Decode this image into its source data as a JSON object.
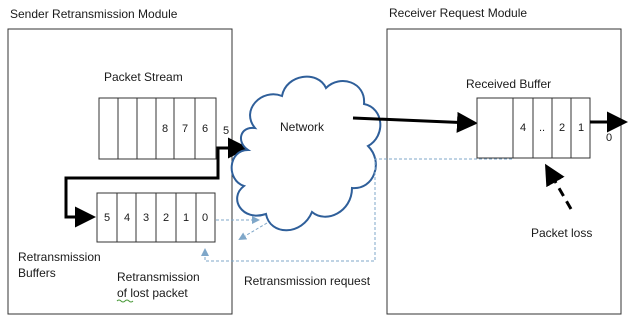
{
  "sender": {
    "title": "Sender Retransmission Module",
    "packet_stream_label": "Packet Stream",
    "stream_cells": [
      "",
      "",
      "",
      "8",
      "7",
      "6"
    ],
    "stream_outgoing": "5",
    "retransmission_cells": [
      "5",
      "4",
      "3",
      "2",
      "1",
      "0"
    ],
    "retransmission_buffers_label": [
      "Retransmission",
      "Buffers"
    ],
    "retransmission_lost_label": [
      "Retransmission",
      "of lost packet"
    ]
  },
  "network": {
    "label": "Network"
  },
  "receiver": {
    "title": "Receiver Request Module",
    "received_buffer_label": "Received Buffer",
    "received_cells": [
      "",
      "4",
      "..",
      "2",
      "1"
    ],
    "received_outgoing": "0",
    "packet_loss_label": "Packet loss"
  },
  "retransmission_request_label": "Retransmission request"
}
